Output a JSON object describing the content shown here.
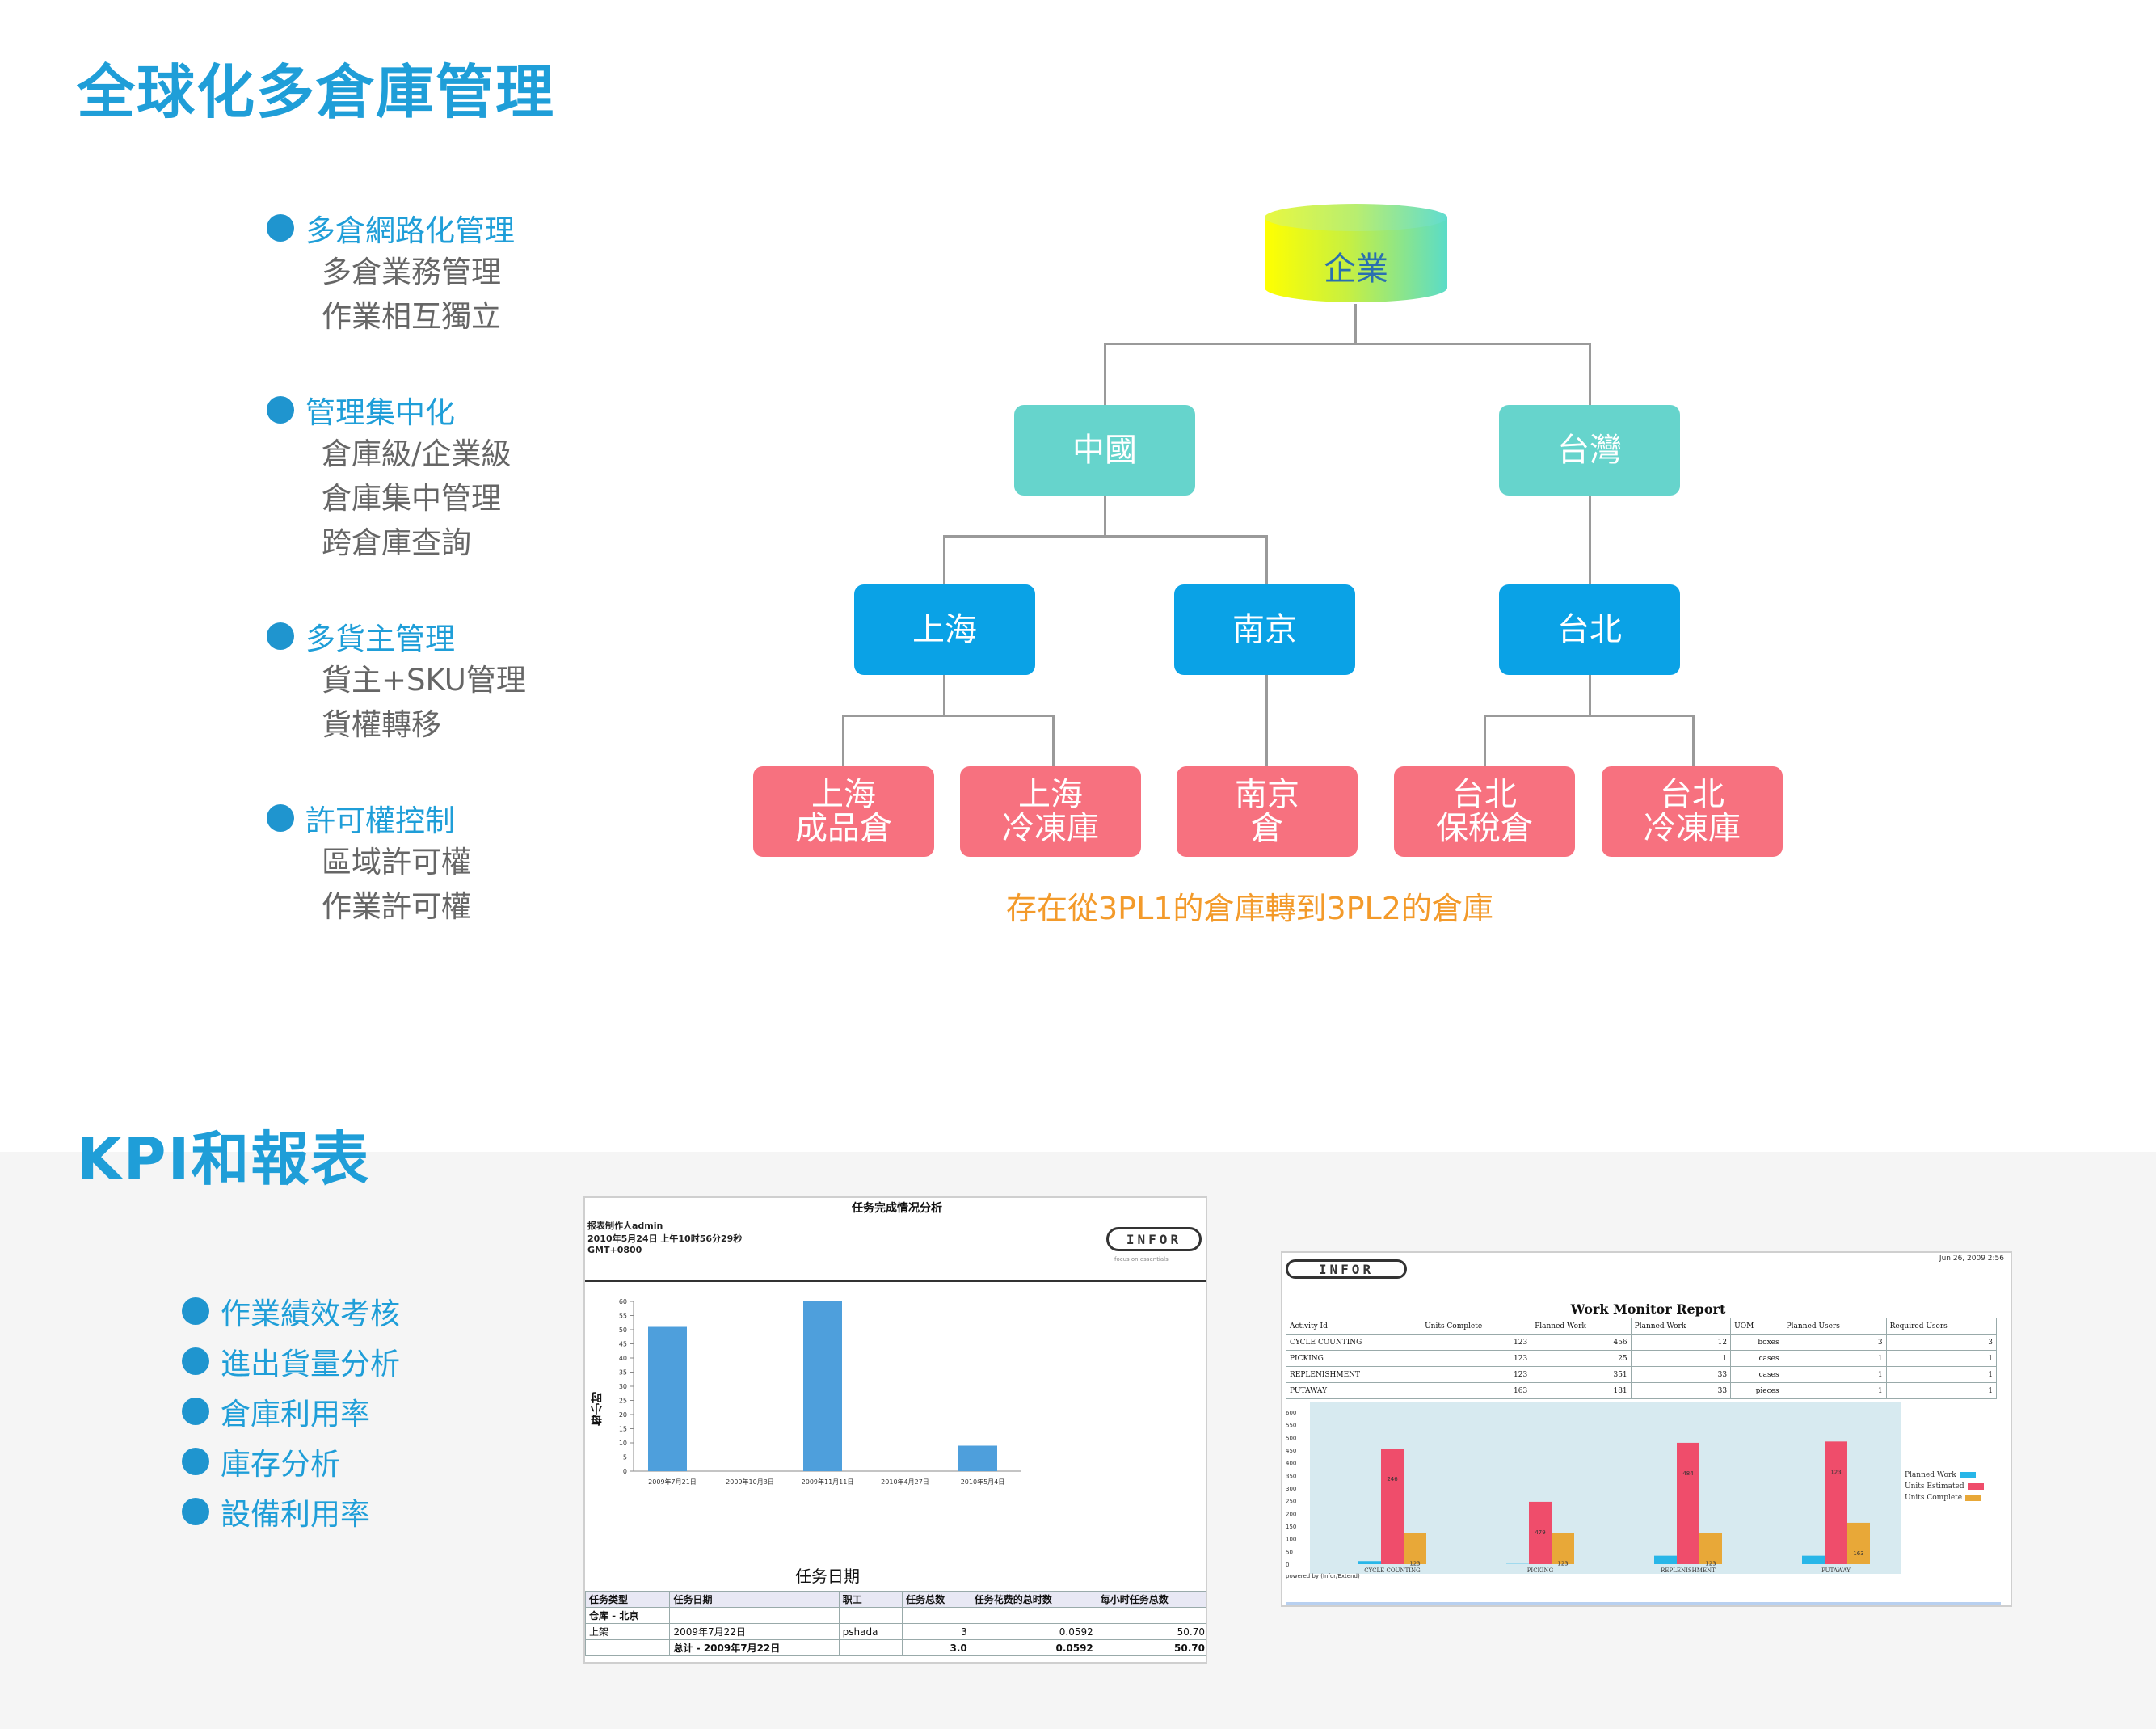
{
  "section1": {
    "title": "全球化多倉庫管理",
    "features": [
      {
        "head": "多倉網路化管理",
        "subs": [
          "多倉業務管理",
          "作業相互獨立"
        ]
      },
      {
        "head": "管理集中化",
        "subs": [
          "倉庫級/企業級",
          "倉庫集中管理",
          "跨倉庫查詢"
        ]
      },
      {
        "head": "多貨主管理",
        "subs": [
          "貨主+SKU管理",
          "貨權轉移"
        ]
      },
      {
        "head": "許可權控制",
        "subs": [
          "區域許可權",
          "作業許可權"
        ]
      }
    ],
    "tree": {
      "root": "企業",
      "regions": [
        "中國",
        "台灣"
      ],
      "cities": [
        "上海",
        "南京",
        "台北"
      ],
      "warehouses": [
        [
          "上海",
          "成品倉"
        ],
        [
          "上海",
          "冷凍庫"
        ],
        [
          "南京",
          "倉"
        ],
        [
          "台北",
          "保稅倉"
        ],
        [
          "台北",
          "冷凍庫"
        ]
      ],
      "note": "存在從3PL1的倉庫轉到3PL2的倉庫"
    }
  },
  "section2": {
    "title": "KPI和報表",
    "features": [
      "作業績效考核",
      "進出貨量分析",
      "倉庫利用率",
      "庫存分析",
      "設備利用率"
    ]
  },
  "report1": {
    "title": "任务完成情况分析",
    "meta": [
      "报表制作人admin",
      "2010年5月24日 上午10时56分29秒",
      "GMT+0800"
    ],
    "logo": "INFOR",
    "tagline": "focus on essentials",
    "ylabel": "每小时",
    "xlabel": "任务日期",
    "table_headers": [
      "任务类型",
      "任务日期",
      "职工",
      "任务总数",
      "任务花费的总时数",
      "每小时任务总数"
    ],
    "table_group": "仓库 - 北京",
    "table_type": "上架",
    "table_row": [
      "2009年7月22日",
      "pshada",
      "3",
      "0.0592",
      "50.70"
    ],
    "table_total": [
      "总计 - 2009年7月22日",
      "3.0",
      "0.0592",
      "50.70"
    ]
  },
  "report2": {
    "logo": "INFOR",
    "date": "Jun 26, 2009 2:56",
    "title": "Work Monitor Report",
    "headers": [
      "Activity Id",
      "Units Complete",
      "Planned Work",
      "Planned Work",
      "UOM",
      "Planned Users",
      "Required Users"
    ],
    "rows": [
      [
        "CYCLE COUNTING",
        "123",
        "456",
        "12",
        "boxes",
        "3",
        "3"
      ],
      [
        "PICKING",
        "123",
        "25",
        "1",
        "cases",
        "1",
        "1"
      ],
      [
        "REPLENISHMENT",
        "123",
        "351",
        "33",
        "cases",
        "1",
        "1"
      ],
      [
        "PUTAWAY",
        "163",
        "181",
        "33",
        "pieces",
        "1",
        "1"
      ]
    ],
    "legend": [
      "Planned Work",
      "Units Estimated",
      "Units Complete"
    ],
    "footer": "powered by (Infor/Extend)"
  },
  "colors": {
    "accent": "#1f9ed8",
    "teal": "#66d4cc",
    "blue": "#0aa2e6",
    "pink": "#f7717f",
    "note": "#f39a2a"
  },
  "chart_data": [
    {
      "type": "bar",
      "ylabel": "每小时",
      "xlabel": "任务日期",
      "categories": [
        "2009年7月21日",
        "2009年10月3日",
        "2009年11月11日",
        "2010年4月27日",
        "2010年5月4日"
      ],
      "values": [
        51,
        null,
        60,
        null,
        9
      ],
      "ylim": [
        0,
        60
      ],
      "yticks": [
        0,
        5,
        10,
        15,
        20,
        25,
        30,
        35,
        40,
        45,
        50,
        55,
        60
      ]
    },
    {
      "type": "bar",
      "categories": [
        "CYCLE COUNTING",
        "PICKING",
        "REPLENISHMENT",
        "PUTAWAY"
      ],
      "series": [
        {
          "name": "Planned Work",
          "values": [
            12,
            1,
            33,
            33
          ]
        },
        {
          "name": "Units Estimated",
          "values": [
            456,
            246,
            479,
            484
          ]
        },
        {
          "name": "Units Complete",
          "values": [
            123,
            123,
            123,
            163
          ]
        }
      ],
      "data_labels": [
        "",
        "246",
        "479",
        "484",
        "123",
        "123",
        "123",
        "163"
      ],
      "ylim": [
        0,
        600
      ],
      "yticks": [
        0,
        50,
        100,
        150,
        200,
        250,
        300,
        350,
        400,
        450,
        500,
        550,
        600
      ]
    }
  ]
}
